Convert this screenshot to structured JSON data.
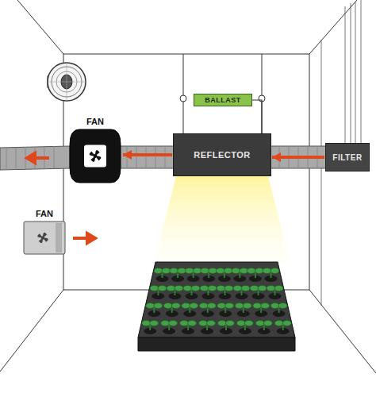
{
  "diagram": {
    "nodes": [
      {
        "text": [
          "BALLAST"
        ]
      },
      {
        "text": [
          "FAN"
        ]
      },
      {
        "text": [
          "REFLECTOR"
        ]
      },
      {
        "text": [
          "FILTER"
        ]
      },
      {
        "text": [
          "FAN"
        ]
      }
    ],
    "edges": [
      {
        "from": 3,
        "to": 2,
        "arrow": "to"
      },
      {
        "from": 2,
        "to": 1,
        "arrow": "to"
      },
      {
        "from": 0,
        "to": 2,
        "arrow": "none"
      }
    ]
  }
}
